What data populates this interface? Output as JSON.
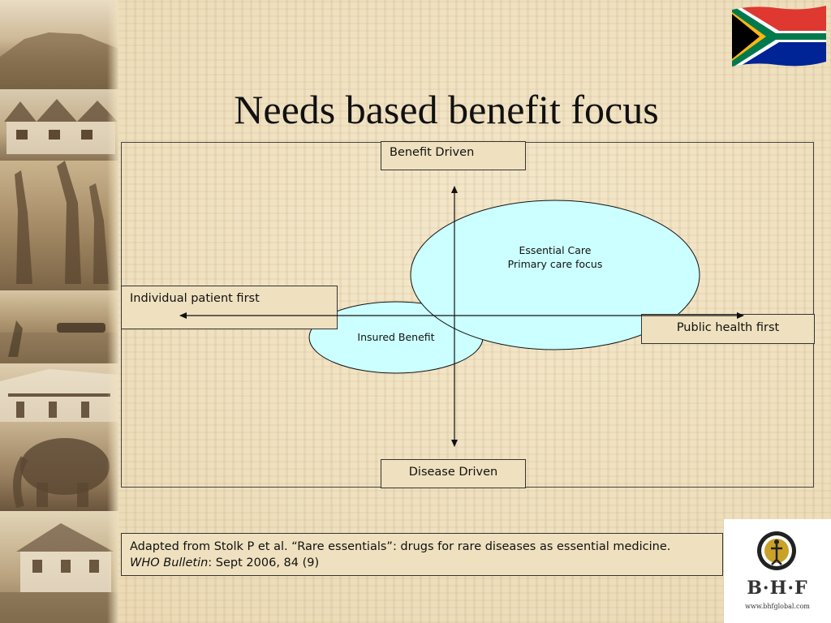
{
  "slide": {
    "title": "Needs based benefit focus"
  },
  "diagram": {
    "axis_top_label": "Benefit Driven",
    "axis_bottom_label": "Disease Driven",
    "axis_left_label": "Individual patient first",
    "axis_right_label": "Public health first",
    "ellipse_large": {
      "line1": "Essential Care",
      "line2": "Primary care focus",
      "fill": "#ccffff"
    },
    "ellipse_small": {
      "label": "Insured Benefit",
      "fill": "#ccffff"
    }
  },
  "source": {
    "line1": "Adapted from Stolk P et al. “Rare essentials”: drugs for rare diseases as essential medicine.",
    "journal": "WHO Bulletin",
    "details": ": Sept 2006, 84 (9)"
  },
  "logo": {
    "letters": "B·H·F",
    "url": "www.bhfglobal.com"
  },
  "decor": {
    "flag": "south-africa-flag",
    "photo_strip": "sepia-photo-collage"
  }
}
